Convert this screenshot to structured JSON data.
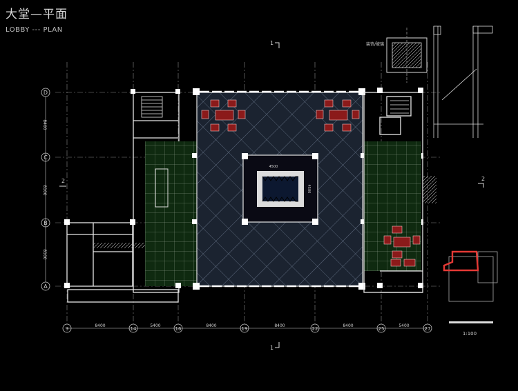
{
  "title": {
    "cn": "大堂—平面",
    "en": "LOBBY --- PLAN"
  },
  "row_grids": [
    "D",
    "C",
    "B",
    "A"
  ],
  "row_dims": [
    "8400",
    "8100",
    "8100"
  ],
  "col_grids": [
    "9",
    "14",
    "16",
    "19",
    "22",
    "25",
    "27"
  ],
  "col_dims": [
    "8400",
    "5400",
    "8400",
    "8400",
    "8400",
    "5400"
  ],
  "section_marks": {
    "top": "1",
    "bottom": "1",
    "left": "2",
    "right": "2"
  },
  "detail_note": "装饰/玻璃",
  "pool_dims": [
    "4500",
    "4500"
  ],
  "scale": "1:100",
  "colors": {
    "background": "#000000",
    "lines": "#e6e6e6",
    "furniture": "#c62828",
    "grid_floor": "#0f2a10",
    "atrium_floor": "#1a2230",
    "key_highlight": "#e53935"
  }
}
